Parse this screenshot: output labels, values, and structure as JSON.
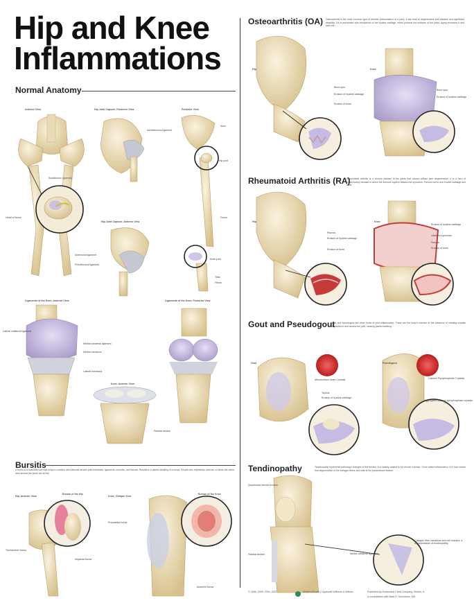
{
  "title": {
    "line1": "Hip and Knee",
    "line2": "Inflammations"
  },
  "sections": {
    "normal_anatomy": "Normal Anatomy",
    "bursitis": "Bursitis",
    "oa": "Osteoarthritis (OA)",
    "ra": "Rheumatoid Arthritis (RA)",
    "gout": "Gout and Pseudogout",
    "tendinopathy": "Tendinopathy"
  },
  "views": {
    "anterior": "Anterior View",
    "hip_capsule_posterior": "Hip Joint Capsule, Posterior View",
    "posterior": "Posterior View",
    "hip_capsule_anterior": "Hip Joint Capsule, Anterior View",
    "knee_lig_anterior": "Ligaments of the Knee, Anterior View",
    "knee_lig_posterior": "Ligaments of the Knee, Posterior View",
    "knee_anterior": "Knee, Anterior View",
    "hip_anterior": "Hip, Anterior View",
    "knee_oblique": "Knee, Oblique View",
    "bursae_hip": "Bursae of the Hip",
    "bursae_knee": "Bursae of the Knee",
    "oa_hip": "Hip",
    "oa_knee": "Knee",
    "ra_hip": "Hip",
    "ra_knee": "Knee",
    "gout": "Gout",
    "pseudogout": "Pseudogout"
  },
  "labels": {
    "acetabulum": "Acetabulum (opened)",
    "ilium": "Ilium",
    "hip_joint": "Hip joint",
    "femur": "Femur",
    "knee_joint": "Knee joint",
    "tibia": "Tibia",
    "fibula": "Fibula",
    "head_femur": "Head of femur",
    "ischiofemoral": "Ischiofemoral ligament",
    "iliofemoral": "Iliofemoral ligament",
    "pubofemoral": "Pubofemoral ligament",
    "lateral_collateral": "Lateral collateral ligament",
    "medial_collateral": "Medial collateral ligament",
    "medial_meniscus": "Medial meniscus",
    "lateral_meniscus": "Lateral meniscus",
    "patellar_tendon": "Patellar tendon",
    "bone_spur": "Bone spur",
    "erosion_cartilage": "Erosion of hyaline cartilage",
    "erosion_bone": "Erosion of bone",
    "pannus": "Pannus",
    "inflamed_synovium": "Inflamed synovium",
    "monosodium": "Monosodium Urate Crystals",
    "calcium": "Calcium Pyrophosphate Crystals",
    "tophus": "Tophus",
    "aggregated": "Aggregated calcium pyrophosphate crystals",
    "quadriceps_tendon": "Quadriceps femoris tendon",
    "collagen": "Collagen fiber variations and cell masses; a representation of tendinopathy",
    "trochanteric_bursa": "Trochanteric bursa",
    "iliopsoas_bursa": "Iliopsoas bursa",
    "prepatellar_bursa": "Prepatellar bursa",
    "anserine_bursa": "Anserine bursa"
  },
  "texts": {
    "oa": "Osteoarthritis is the most common type of arthritis (inflammation of a joint). It can lead to degenerative joint disease and significant disability. OA is associated with breakdown of the hyaline cartilage, which protects the surfaces of the joints. Aging increases it and joint use.",
    "ra": "Rheumatoid arthritis is a chronic disease of the joints that causes diffuse joint degeneration. It is a form of inflammatory disease in which the immune system attacks the synovium. Pannus forms and erodes cartilage and bone.",
    "gout": "Gout and pseudogout are other forms of joint inflammation. These are the body's reaction to the presence of irritating crystals deposited in and around the joint, causing painful swelling.",
    "bursitis": "A bursa is a fluid-filled sac that helps to cushion and lubricate tendon-joint interfaces, ligaments, muscles, and tissues. Bursitis is a painful swelling of a bursa. People who repeatedly overuse or stress the same area around the joints are at risk.",
    "tendinopathy": "Tendinopathy represents pathologic changes of the tendon; it is usually related to its chronic overuse. Once called inflammation, it is now known that degeneration of the collagen fibers and cells is the predominant feature."
  },
  "footer": {
    "copyright": "© 1996, 1999, 2004, 2007",
    "publisher": "Wolters Kluwer | Lippincott Williams & Wilkins",
    "published_by": "Published by Anatomical Chart Company, Skokie, IL",
    "consult": "in consultation with Mark R. Muchtman, MD"
  },
  "colors": {
    "bone": "#efe3c6",
    "bone_shade": "#d9c391",
    "cartilage": "#c8bde0",
    "ligament": "#cfd2da",
    "inflamed": "#c63a3a",
    "crystal": "#d42020",
    "bursa": "#e7809c"
  }
}
